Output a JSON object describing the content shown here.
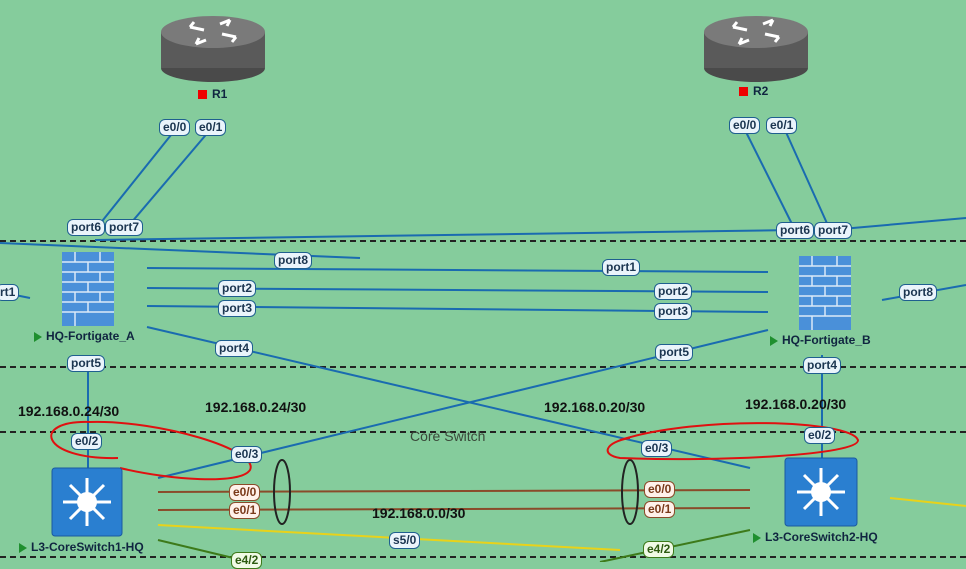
{
  "zone_label": "Core Switch",
  "colors": {
    "background": "#85cc9c",
    "link_blue": "#1a6bb0",
    "link_brown": "#8a4b2a",
    "link_green": "#3d7a1a",
    "link_yellow": "#e8d21a",
    "annotation_red": "#e01010",
    "stopped_indicator": "#e00000",
    "running_indicator": "#1f8f2f"
  },
  "nodes": {
    "r1": {
      "name": "R1",
      "type": "router",
      "status": "stopped"
    },
    "r2": {
      "name": "R2",
      "type": "router",
      "status": "stopped"
    },
    "fg_a": {
      "name": "HQ-Fortigate_A",
      "type": "firewall",
      "status": "running"
    },
    "fg_b": {
      "name": "HQ-Fortigate_B",
      "type": "firewall",
      "status": "running"
    },
    "sw1": {
      "name": "L3-CoreSwitch1-HQ",
      "type": "l3-switch",
      "status": "running"
    },
    "sw2": {
      "name": "L3-CoreSwitch2-HQ",
      "type": "l3-switch",
      "status": "running"
    }
  },
  "ports": {
    "r1_e00": "e0/0",
    "r1_e01": "e0/1",
    "r2_e00": "e0/0",
    "r2_e01": "e0/1",
    "fga_port6": "port6",
    "fga_port7": "port7",
    "fgb_port6": "port6",
    "fgb_port7": "port7",
    "port8_a": "port8",
    "port1_b": "port1",
    "port2_a": "port2",
    "port2_b": "port2",
    "port3_a": "port3",
    "port3_b": "port3",
    "port4_a": "port4",
    "port5_b": "port5",
    "fga_port5": "port5",
    "fgb_port4": "port4",
    "fgb_port8": "port8",
    "left_port1": "rt1",
    "sw1_e02": "e0/2",
    "sw1_e03": "e0/3",
    "sw2_e02": "e0/2",
    "sw2_e03": "e0/3",
    "sw1_e00": "e0/0",
    "sw1_e01": "e0/1",
    "sw2_e00": "e0/0",
    "sw2_e01": "e0/1",
    "sw1_s50": "s5/0",
    "sw2_e42": "e4/2",
    "sw1_e4x": "e4/2"
  },
  "ip_labels": {
    "sw1_e02": "192.168.0.24/30",
    "sw1_e03": "192.168.0.24/30",
    "sw2_e03": "192.168.0.20/30",
    "sw2_e02": "192.168.0.20/30",
    "interswitch": "192.168.0.0/30"
  }
}
